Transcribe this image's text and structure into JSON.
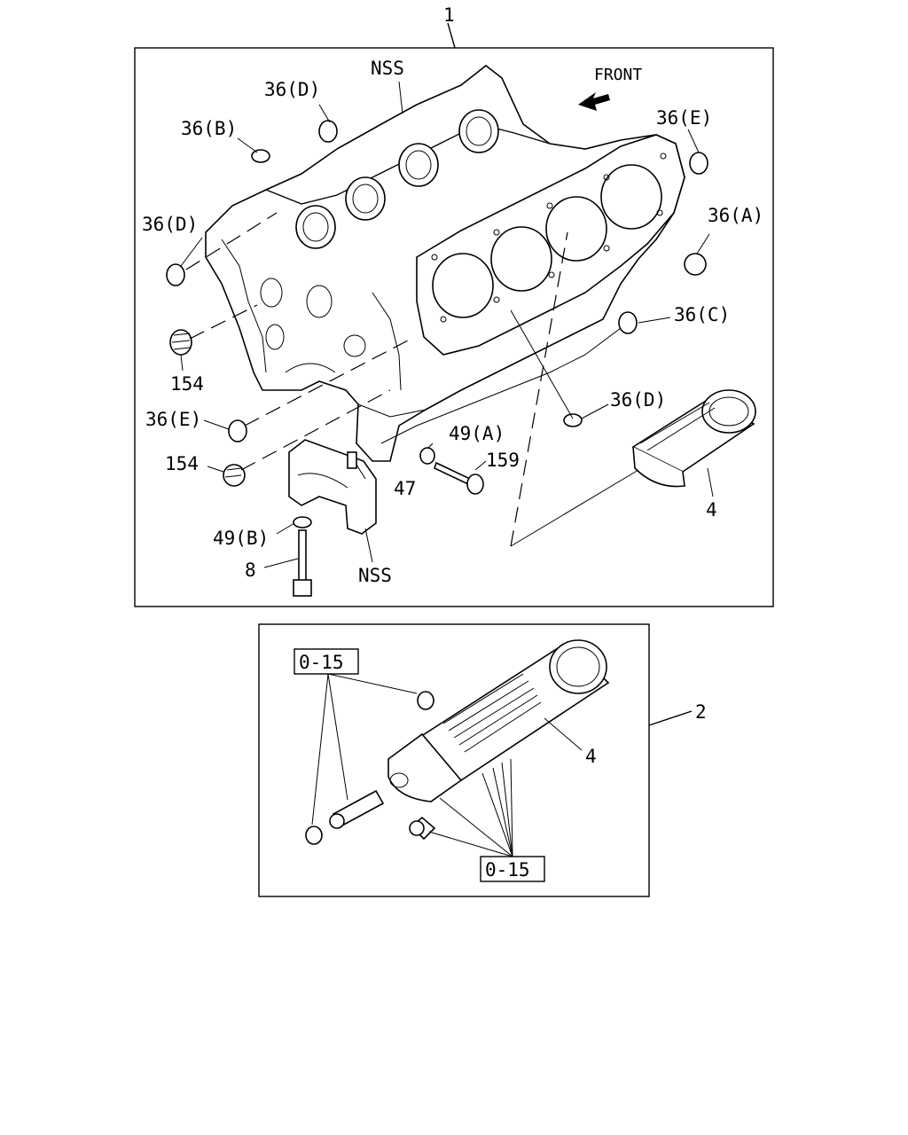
{
  "frames": {
    "main_ref": "1",
    "kit_ref": "2"
  },
  "labels": {
    "front": "FRONT",
    "nss_top": "NSS",
    "nss_bottom": "NSS",
    "p36d_top": "36(D)",
    "p36b": "36(B)",
    "p36d_left": "36(D)",
    "p36e_top": "36(E)",
    "p36a": "36(A)",
    "p36c": "36(C)",
    "p36d_lower": "36(D)",
    "p36e_left": "36(E)",
    "p154_upper": "154",
    "p154_lower": "154",
    "p49a": "49(A)",
    "p49b": "49(B)",
    "p159": "159",
    "p47": "47",
    "p8": "8",
    "p4_main": "4",
    "p4_kit": "4",
    "kit_box_top": "0-15",
    "kit_box_bottom": "0-15"
  },
  "icons": [
    "front-arrow-icon"
  ]
}
